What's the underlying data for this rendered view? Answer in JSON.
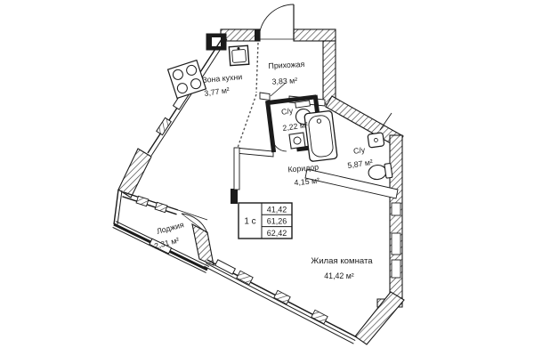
{
  "plan": {
    "title": "floor-plan",
    "rooms": {
      "prihozhaya": {
        "name": "Прихожая",
        "area": "3,83 м²"
      },
      "kitchen": {
        "name": "Зона кухни",
        "area": "3,77 м²"
      },
      "wc_small": {
        "name": "С/у",
        "area": "2,22 м²"
      },
      "wc_big": {
        "name": "С/у",
        "area": "5,87 м²"
      },
      "corridor": {
        "name": "Коридор",
        "area": "4,15 м²"
      },
      "living": {
        "name": "Жилая комната",
        "area": "41,42 м²"
      },
      "loggia": {
        "name": "Лоджия",
        "area": "2,31 м²"
      }
    },
    "info_table": {
      "unit": "1 с",
      "rows": [
        "41,42",
        "61,26",
        "62,42"
      ]
    },
    "colors": {
      "line": "#1b1b1b",
      "background": "#ffffff"
    }
  }
}
